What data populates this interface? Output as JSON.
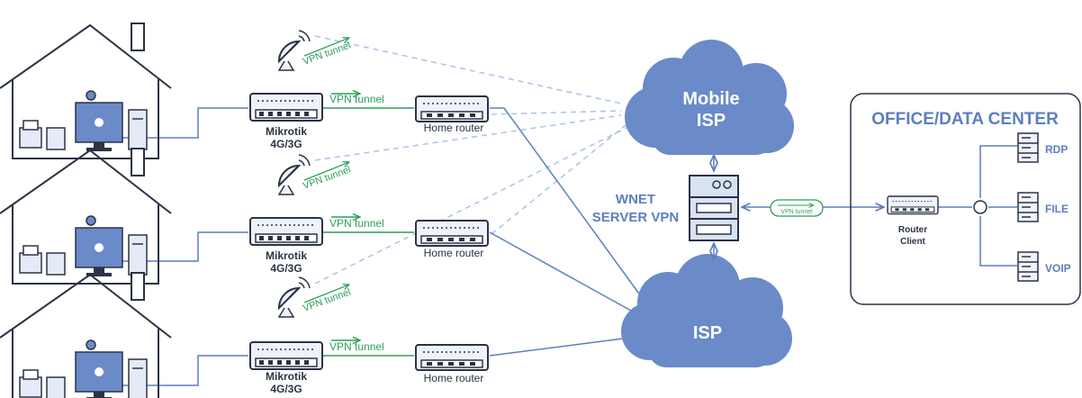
{
  "sites": [
    {
      "device_label": "Mikrotik",
      "device_sub": "4G/3G",
      "router_label": "Home router",
      "tunnel_label": "VPN tunnel",
      "wireless_tunnel_label": "VPN tunnel"
    },
    {
      "device_label": "Mikrotik",
      "device_sub": "4G/3G",
      "router_label": "Home router",
      "tunnel_label": "VPN tunnel",
      "wireless_tunnel_label": "VPN tunnel"
    },
    {
      "device_label": "Mikrotik",
      "device_sub": "4G/3G",
      "router_label": "Home router",
      "tunnel_label": "VPN tunnel",
      "wireless_tunnel_label": "VPN tunnel"
    }
  ],
  "clouds": {
    "mobile": {
      "line1": "Mobile",
      "line2": "ISP"
    },
    "isp": {
      "line1": "ISP"
    }
  },
  "server": {
    "line1": "WNET",
    "line2": "SERVER VPN"
  },
  "link": {
    "tunnel_label": "VPN tunnel"
  },
  "office": {
    "title": "OFFICE/DATA CENTER",
    "router_line1": "Router",
    "router_line2": "Client",
    "services": [
      "RDP",
      "FILE",
      "VOIP"
    ]
  },
  "colors": {
    "line": "#5c7fbd",
    "cloud": "#6a8ac8",
    "tunnel": "#2e9e5b",
    "dashed": "#a8c4e8",
    "dark": "#2b3346"
  }
}
